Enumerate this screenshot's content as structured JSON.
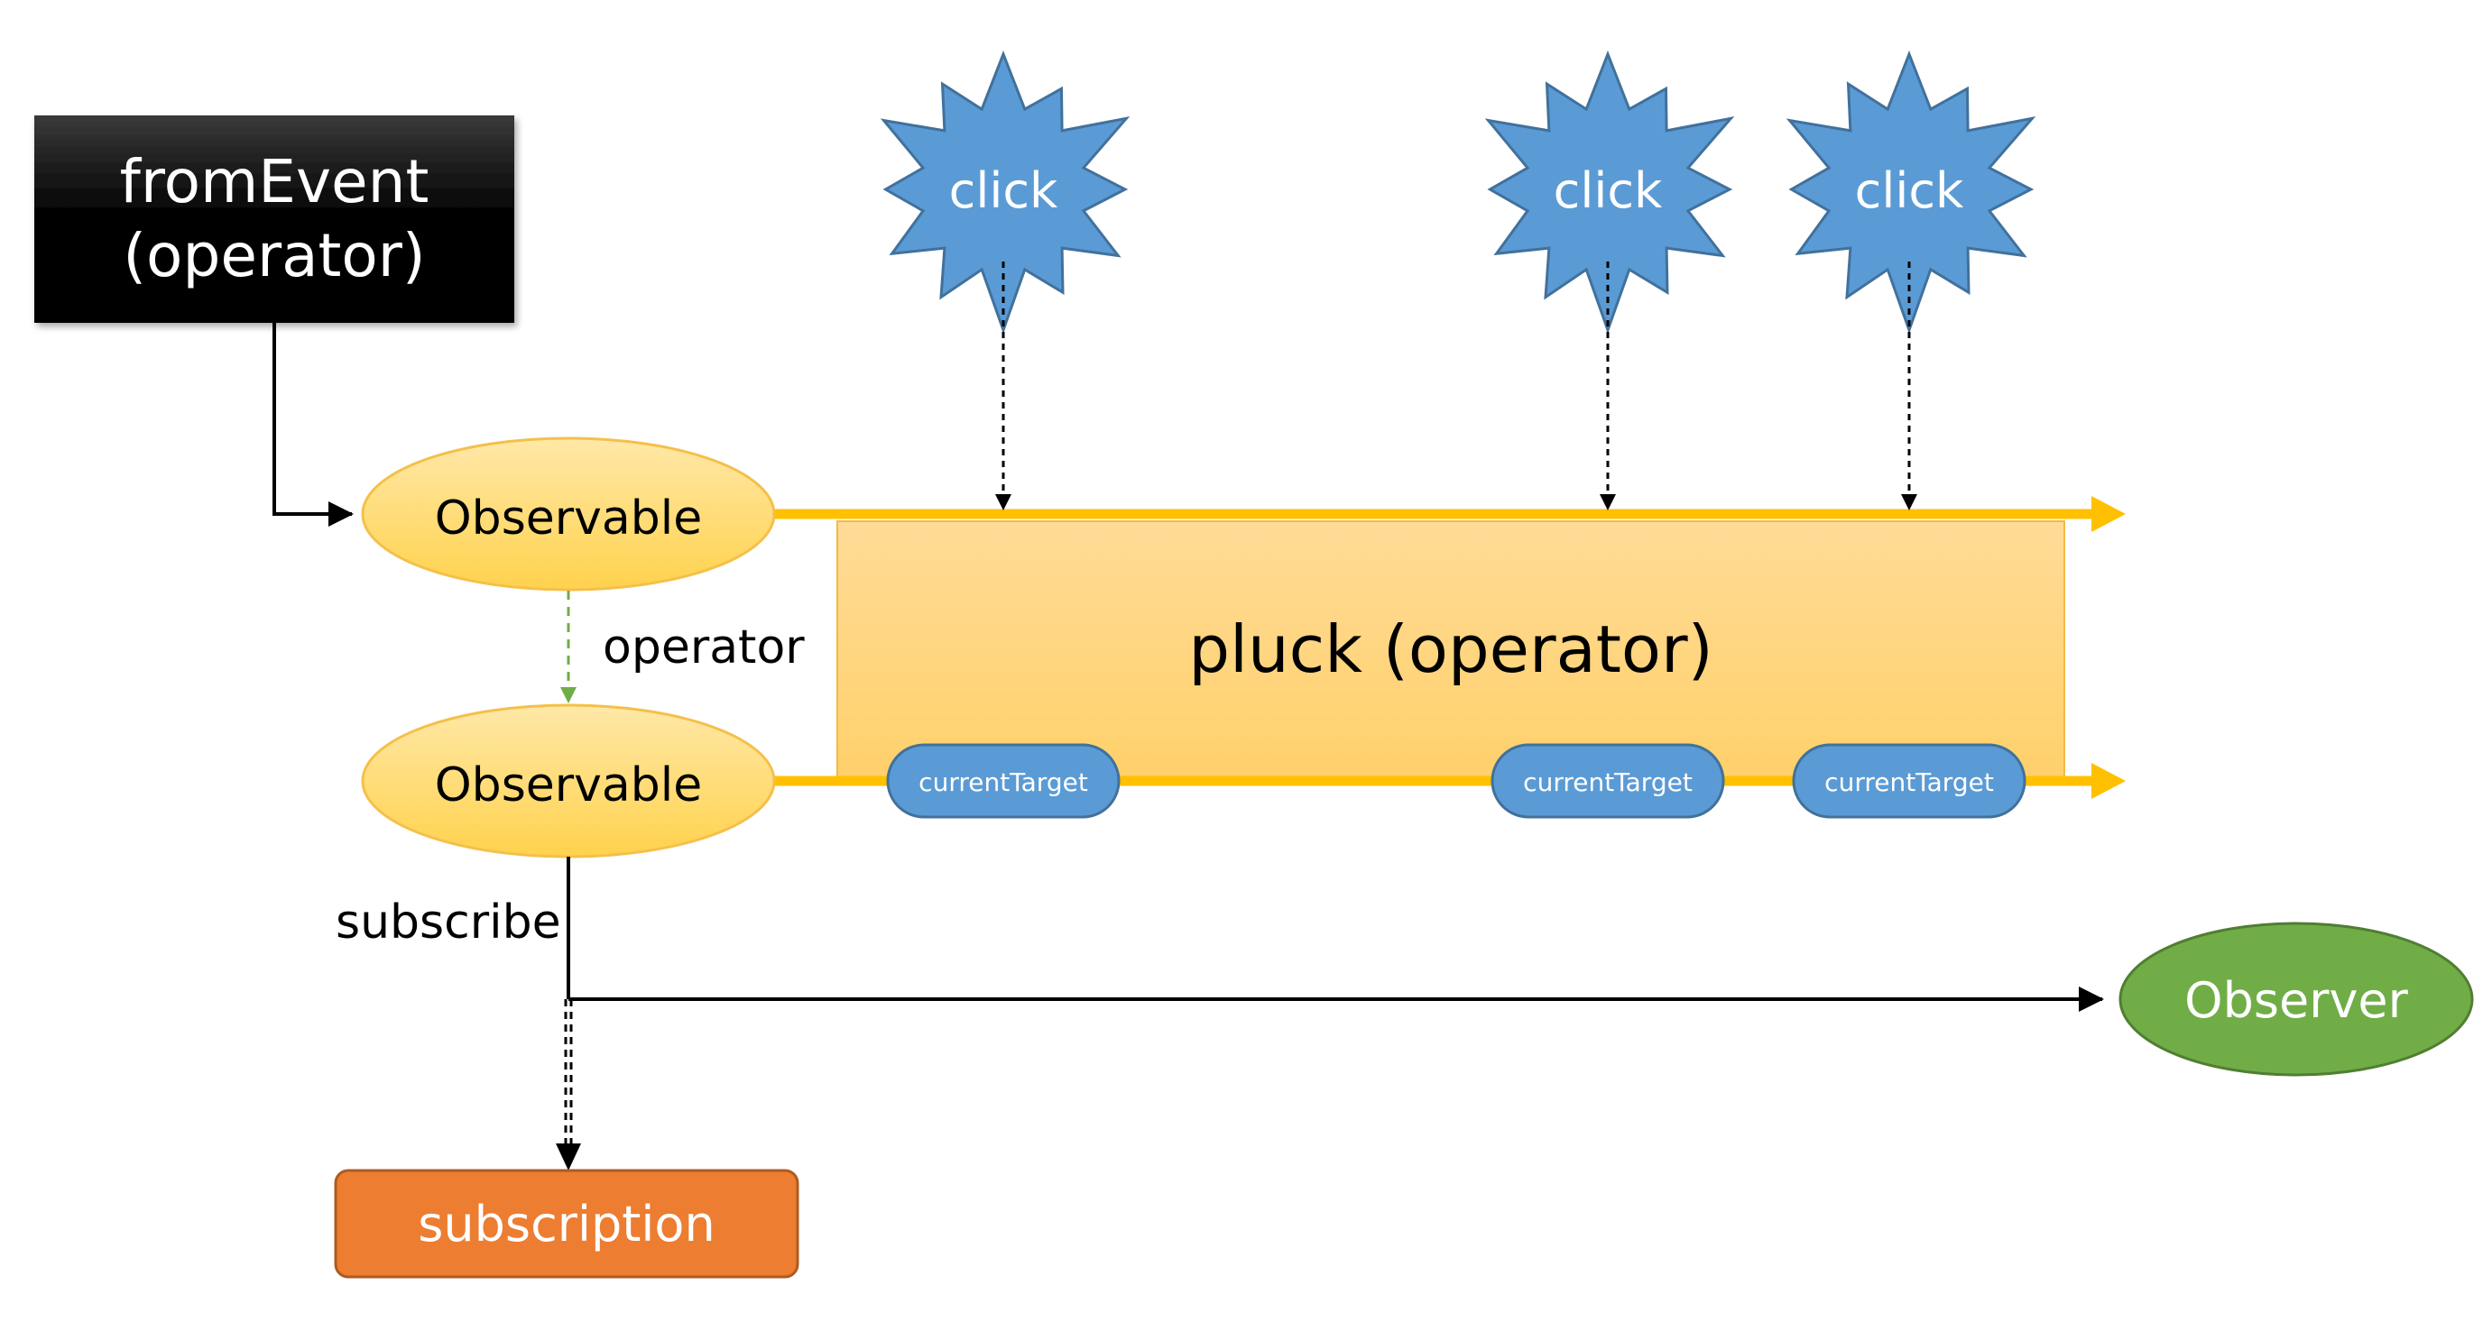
{
  "source_node": {
    "line1": "fromEvent",
    "line2": "(operator)"
  },
  "observable_top": {
    "label": "Observable"
  },
  "observable_bottom": {
    "label": "Observable"
  },
  "operator_label": "operator",
  "pluck_box": {
    "label": "pluck (operator)"
  },
  "click_events": [
    {
      "label": "click"
    },
    {
      "label": "click"
    },
    {
      "label": "click"
    }
  ],
  "emitted_values": [
    {
      "label": "currentTarget"
    },
    {
      "label": "currentTarget"
    },
    {
      "label": "currentTarget"
    }
  ],
  "subscribe_label": "subscribe",
  "observer": {
    "label": "Observer"
  },
  "subscription": {
    "label": "subscription"
  },
  "colors": {
    "source_fill": "#000000",
    "observable_fill": "#FFD966",
    "stream_line": "#FFC000",
    "pluck_fill": "#FFD57A",
    "click_fill": "#5B9BD5",
    "value_fill": "#5B9BD5",
    "observer_fill": "#70AD47",
    "subscription_fill": "#ED7D31",
    "operator_arrow": "#70AD47"
  }
}
